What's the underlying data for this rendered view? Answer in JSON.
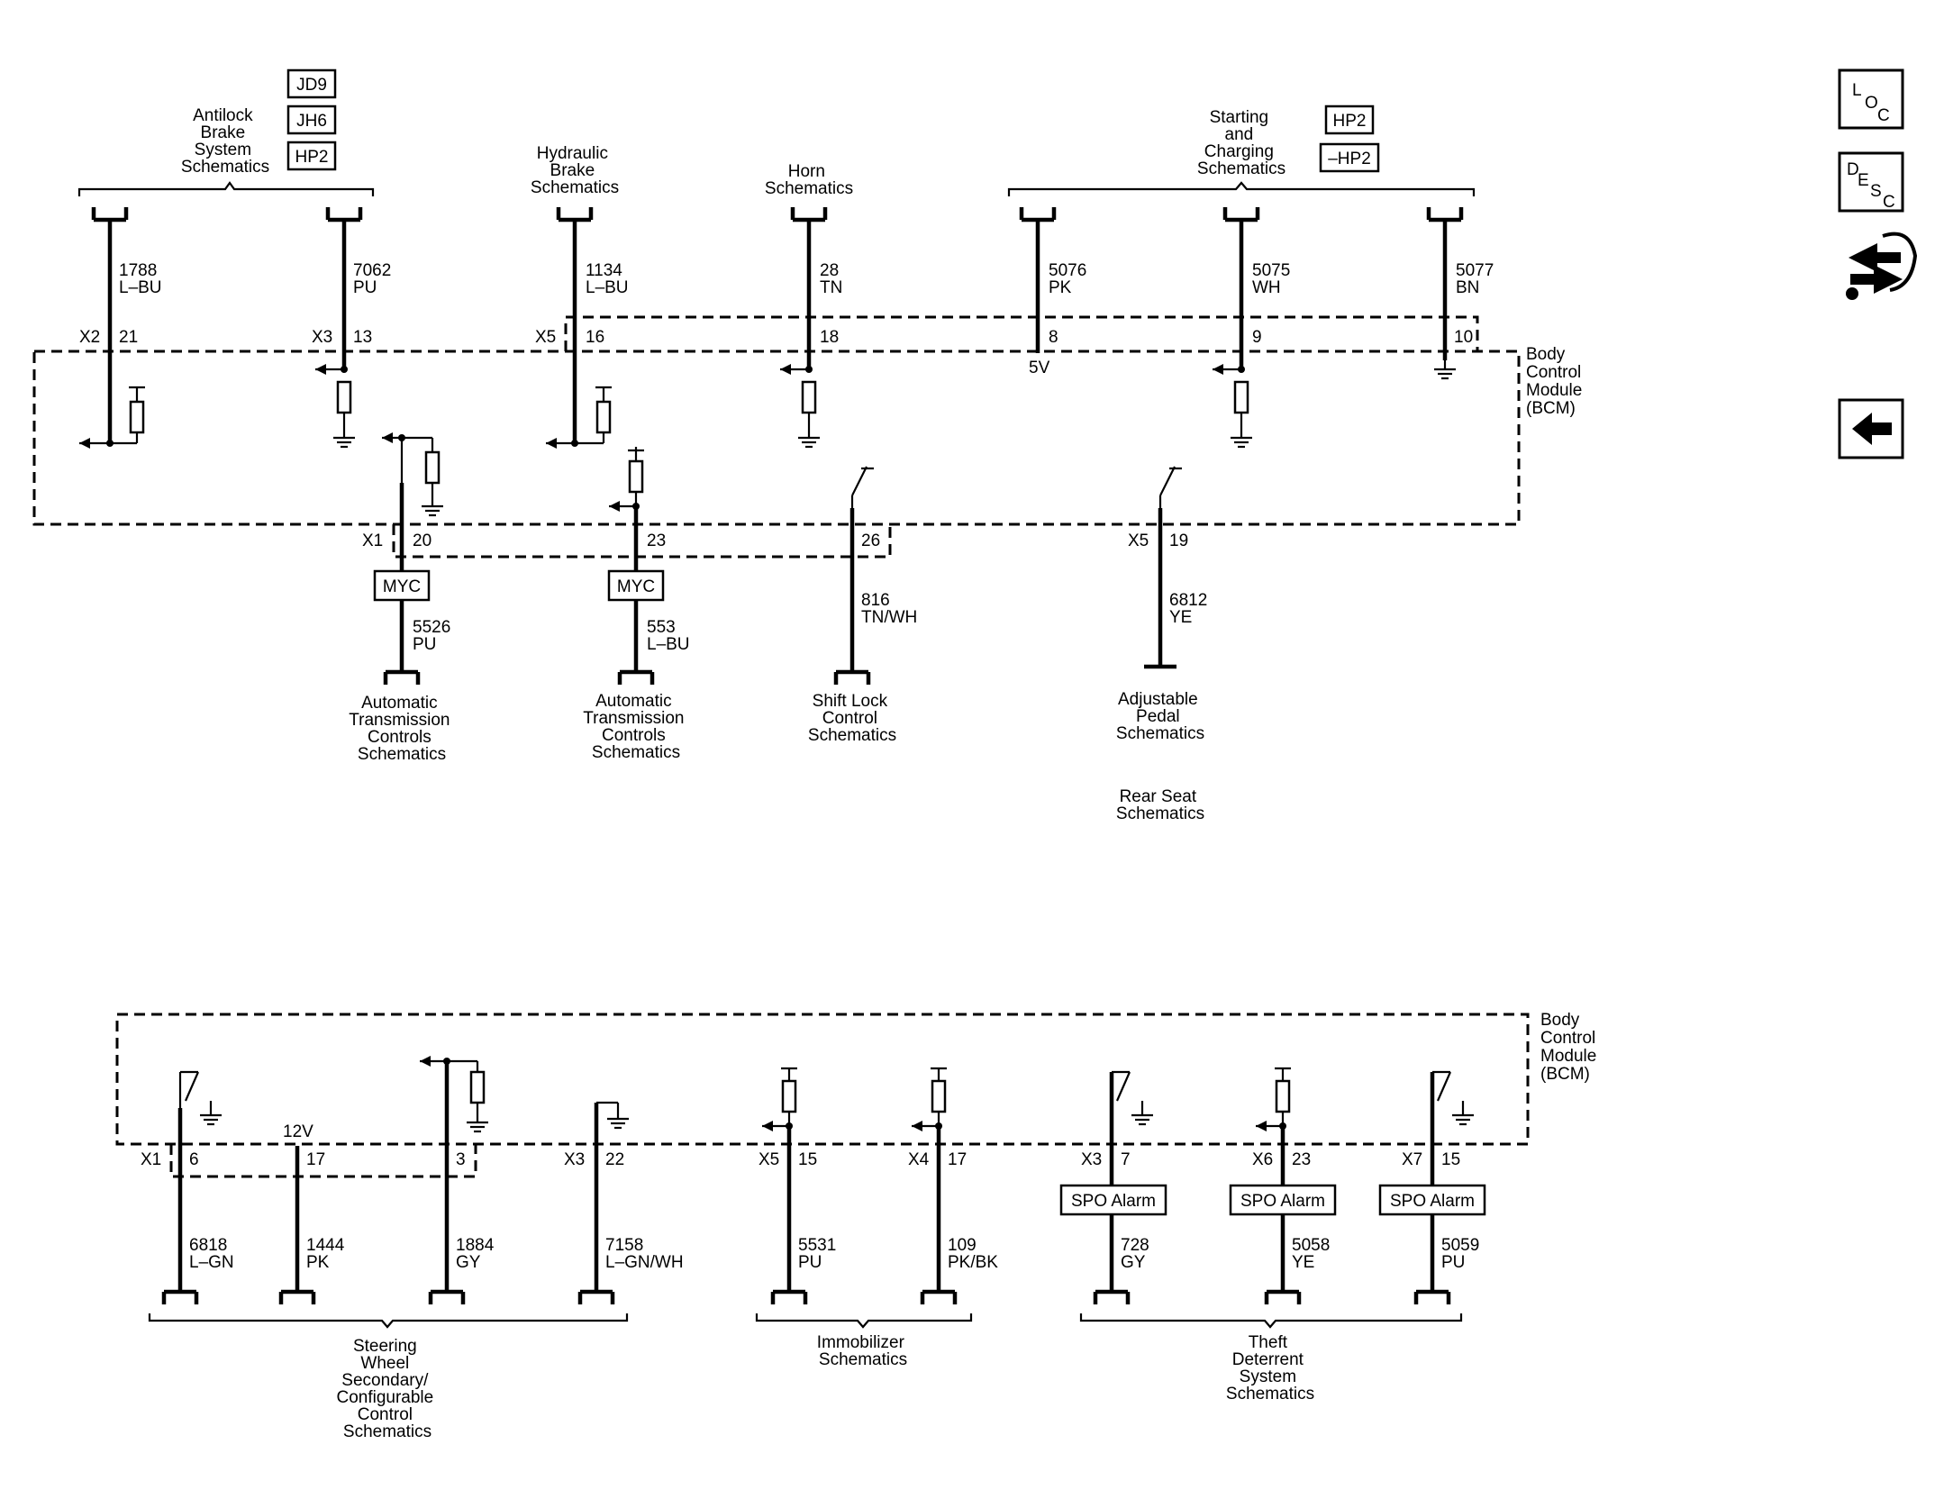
{
  "bcm_label": [
    "Body",
    "Control",
    "Module",
    "(BCM)"
  ],
  "options": [
    "JD9",
    "JH6",
    "HP2",
    "HP2",
    "–HP2"
  ],
  "myc": "MYC",
  "spo": "SPO Alarm",
  "groups": {
    "abs": [
      "Antilock",
      "Brake",
      "System",
      "Schematics"
    ],
    "hydraulic": [
      "Hydraulic",
      "Brake",
      "Schematics"
    ],
    "horn": [
      "Horn",
      "Schematics"
    ],
    "starting": [
      "Starting",
      "and",
      "Charging",
      "Schematics"
    ],
    "atc1": [
      "Automatic",
      "Transmission",
      "Controls",
      "Schematics"
    ],
    "atc2": [
      "Automatic",
      "Transmission",
      "Controls",
      "Schematics"
    ],
    "shift": [
      "Shift Lock",
      "Control",
      "Schematics"
    ],
    "pedal": [
      "Adjustable",
      "Pedal",
      "Schematics"
    ],
    "rear": [
      "Rear Seat",
      "Schematics"
    ],
    "steering": [
      "Steering",
      "Wheel",
      "Secondary/",
      "Configurable",
      "Control",
      "Schematics"
    ],
    "immob": [
      "Immobilizer",
      "Schematics"
    ],
    "theft": [
      "Theft",
      "Deterrent",
      "System",
      "Schematics"
    ]
  },
  "circuits": {
    "c1788": [
      "1788",
      "L–BU"
    ],
    "c7062": [
      "7062",
      "PU"
    ],
    "c1134": [
      "1134",
      "L–BU"
    ],
    "c28": [
      "28",
      "TN"
    ],
    "c5076": [
      "5076",
      "PK"
    ],
    "c5075": [
      "5075",
      "WH"
    ],
    "c5077": [
      "5077",
      "BN"
    ],
    "c5526": [
      "5526",
      "PU"
    ],
    "c553": [
      "553",
      "L–BU"
    ],
    "c816": [
      "816",
      "TN/WH"
    ],
    "c6812": [
      "6812",
      "YE"
    ],
    "c6818": [
      "6818",
      "L–GN"
    ],
    "c1444": [
      "1444",
      "PK"
    ],
    "c1884": [
      "1884",
      "GY"
    ],
    "c7158": [
      "7158",
      "L–GN/WH"
    ],
    "c5531": [
      "5531",
      "PU"
    ],
    "c109": [
      "109",
      "PK/BK"
    ],
    "c728": [
      "728",
      "GY"
    ],
    "c5058": [
      "5058",
      "YE"
    ],
    "c5059": [
      "5059",
      "PU"
    ]
  },
  "pins": {
    "p21": "21",
    "p13": "13",
    "p16": "16",
    "p18": "18",
    "p8": "8",
    "p9": "9",
    "p10": "10",
    "p20": "20",
    "p23": "23",
    "p26": "26",
    "p19": "19",
    "p6": "6",
    "p17a": "17",
    "p3": "3",
    "p22": "22",
    "p15a": "15",
    "p17b": "17",
    "p7": "7",
    "p23b": "23",
    "p15b": "15"
  },
  "connectors": {
    "x2": "X2",
    "x3": "X3",
    "x5": "X5",
    "x1": "X1",
    "x5b": "X5",
    "x1b": "X1",
    "x3b": "X3",
    "x5c": "X5",
    "x4": "X4",
    "x3c": "X3",
    "x6": "X6",
    "x7": "X7"
  },
  "voltages": {
    "v5": "5V",
    "v12": "12V"
  },
  "nav": {
    "loc": [
      "L",
      "O",
      "C"
    ],
    "desc": [
      "D",
      "E",
      "S",
      "C"
    ]
  }
}
